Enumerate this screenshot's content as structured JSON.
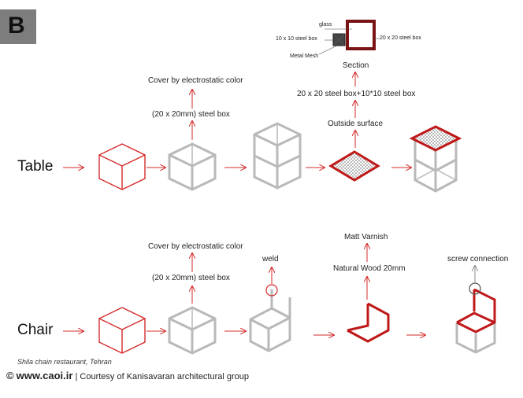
{
  "panel_letter": "B",
  "rows": {
    "table": {
      "label": "Table",
      "labels": {
        "cover": "Cover by electrostatic color",
        "steel_box": "(20 x 20mm) steel box",
        "outside_surface": "Outside surface",
        "steel_box_combo": "20 x 20 steel box+10*10 steel box",
        "section": "Section"
      },
      "section_detail": {
        "glass": "glass",
        "small_box": "10 x 10 steel box",
        "large_box": "20 x 20 steel box",
        "mesh": "Metal Mesh"
      }
    },
    "chair": {
      "label": "Chair",
      "labels": {
        "cover": "Cover by electrostatic color",
        "steel_box": "(20 x 20mm) steel box",
        "weld": "weld",
        "matt_varnish": "Matt Varnish",
        "natural_wood": "Natural Wood  20mm",
        "screw": "screw connection"
      }
    }
  },
  "footer": {
    "project": "Shila chain restaurant, Tehran",
    "site_symbol": "©",
    "site": "www.caoi.ir",
    "separator": "|",
    "credit": "Courtesy of Kanisavaran architectural group"
  },
  "colors": {
    "accent": "#d42a2a",
    "frame": "#b9b9b9",
    "dark_red": "#7a1414",
    "badge": "#7d7d7d"
  }
}
